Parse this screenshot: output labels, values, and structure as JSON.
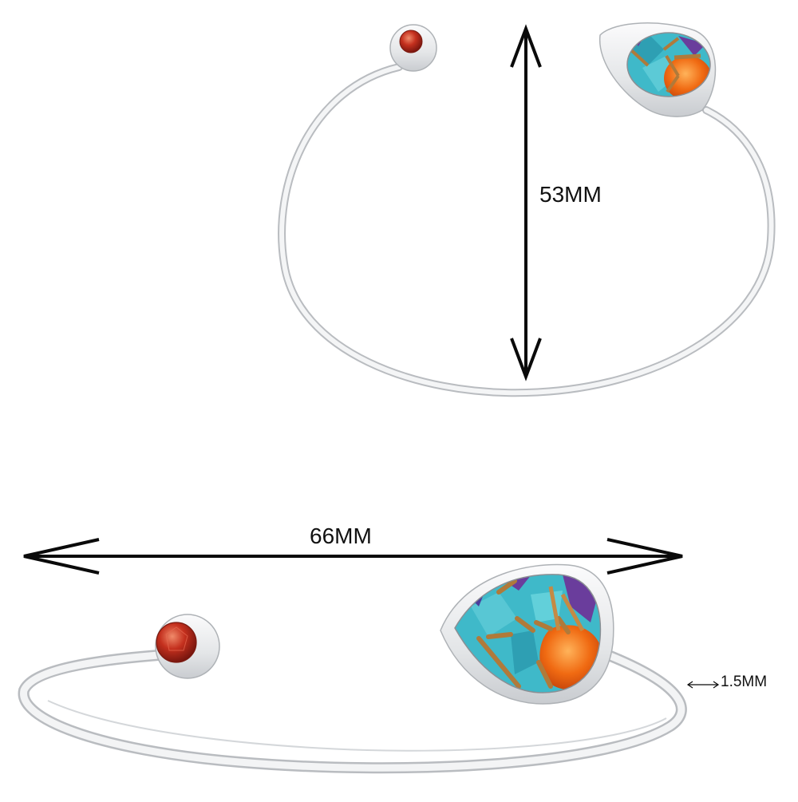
{
  "product_image": {
    "colors": {
      "background": "#ffffff",
      "metal": "#e6e8ea",
      "metal_edge": "#b9bcc0",
      "garnet": "#b8281c",
      "turquoise": "#3fb9c9",
      "spiny_orange": "#ee6a12",
      "copper_matrix": "#b07a3a",
      "purple_matrix": "#6a3d9c",
      "arrow": "#0a0a0a"
    }
  },
  "dimensions": {
    "height_label": "53MM",
    "width_label": "66MM",
    "thickness_label": "1.5MM"
  }
}
